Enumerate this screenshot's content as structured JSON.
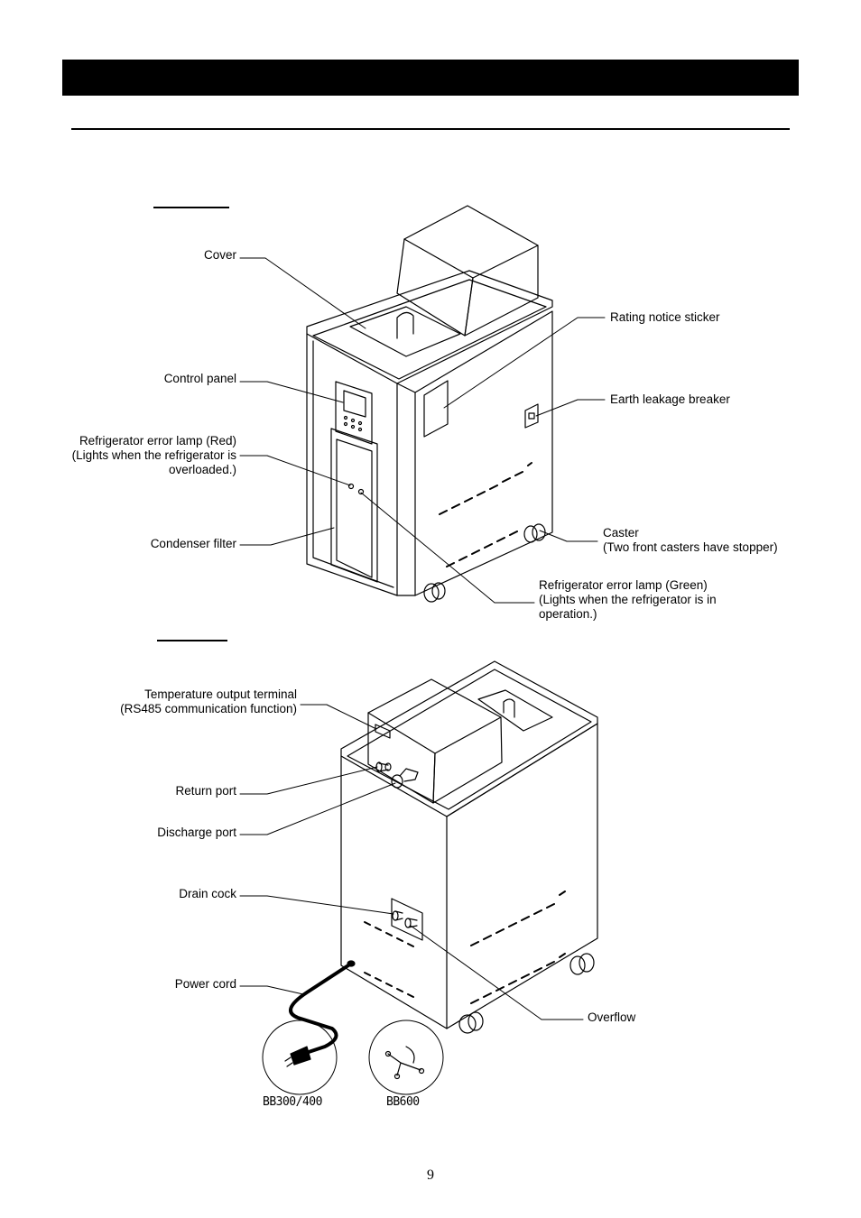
{
  "page_number": "9",
  "front_view": {
    "labels": {
      "cover": "Cover",
      "control_panel": "Control  panel",
      "red_lamp_line1": "Refrigerator  error  lamp  (Red)",
      "red_lamp_line2": "(Lights  when  the  refrigerator  is",
      "red_lamp_line3": "overloaded.)",
      "condenser_filter": "Condenser  filter",
      "rating_sticker": "Rating notice sticker",
      "earth_breaker": "Earth leakage breaker",
      "caster_line1": "Caster",
      "caster_line2": "(Two front casters have stopper)",
      "green_lamp_line1": "Refrigerator error lamp (Green)",
      "green_lamp_line2": "(Lights  when  the  refrigerator  is  in",
      "green_lamp_line3": "operation.)"
    }
  },
  "rear_view": {
    "labels": {
      "temp_terminal_line1": "Temperature  output  terminal",
      "temp_terminal_line2": "(RS485  communication  function)",
      "return_port": "Return port",
      "discharge_port": "Discharge  port",
      "drain_cock": "Drain  cock",
      "power_cord": "Power  cord",
      "overflow": "Overflow"
    },
    "models": {
      "left": "BB300/400",
      "right": "BB600"
    }
  }
}
